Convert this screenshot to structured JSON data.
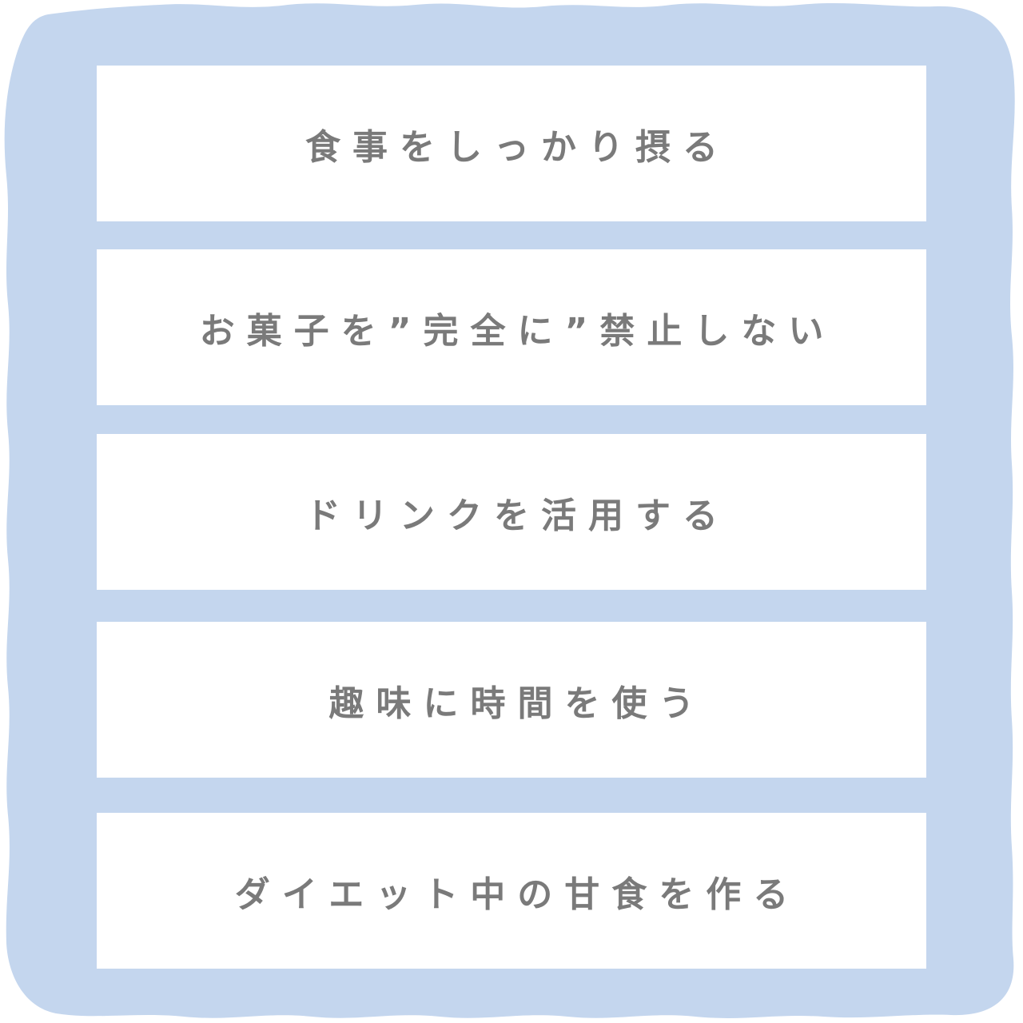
{
  "colors": {
    "frame": "#c4d6ee",
    "card": "#ffffff",
    "text": "#7a7a7a"
  },
  "cards": [
    {
      "label": "食事をしっかり摂る"
    },
    {
      "label": "お菓子を”完全に”禁止しない"
    },
    {
      "label": "ドリンクを活用する"
    },
    {
      "label": "趣味に時間を使う"
    },
    {
      "label": "ダイエット中の甘食を作る"
    }
  ]
}
